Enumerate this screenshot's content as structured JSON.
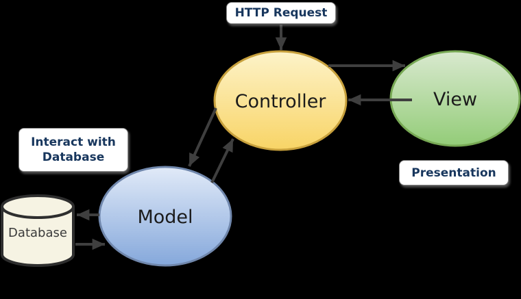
{
  "title": "MVC architecture diagram",
  "background_color": "#000000",
  "arrow_color": "#3f3f3f",
  "annotation_text_color": "#17365d",
  "nodes": {
    "controller": {
      "label": "Controller",
      "shape": "ellipse",
      "fill_top": "#fdf3c9",
      "fill_bottom": "#f8d466",
      "border_color": "#c7a03c"
    },
    "view": {
      "label": "View",
      "shape": "ellipse",
      "fill_top": "#d9e9cf",
      "fill_bottom": "#93cc78",
      "border_color": "#77a854"
    },
    "model": {
      "label": "Model",
      "shape": "ellipse",
      "fill_top": "#e1eaf8",
      "fill_bottom": "#85a8db",
      "border_color": "#7087ac"
    },
    "database": {
      "label": "Database",
      "shape": "cylinder",
      "fill": "#f6f3e3",
      "border_color": "#2e2e2e",
      "text_color": "#3a3a3a"
    }
  },
  "annotations": {
    "http_request": {
      "text": "HTTP Request"
    },
    "interact_with_database": {
      "line1": "Interact with",
      "line2": "Database"
    },
    "presentation": {
      "text": "Presentation"
    }
  },
  "edges": [
    {
      "name": "http-request-to-controller",
      "from": "http_request_label",
      "to": "controller",
      "direction": "down"
    },
    {
      "name": "controller-to-view",
      "from": "controller",
      "to": "view",
      "direction": "right"
    },
    {
      "name": "view-to-controller",
      "from": "view",
      "to": "controller",
      "direction": "left"
    },
    {
      "name": "controller-to-model",
      "from": "controller",
      "to": "model",
      "direction": "down-left"
    },
    {
      "name": "model-to-controller",
      "from": "model",
      "to": "controller",
      "direction": "up-right"
    },
    {
      "name": "model-to-database",
      "from": "model",
      "to": "database",
      "direction": "left"
    },
    {
      "name": "database-to-model",
      "from": "database",
      "to": "model",
      "direction": "right"
    }
  ]
}
